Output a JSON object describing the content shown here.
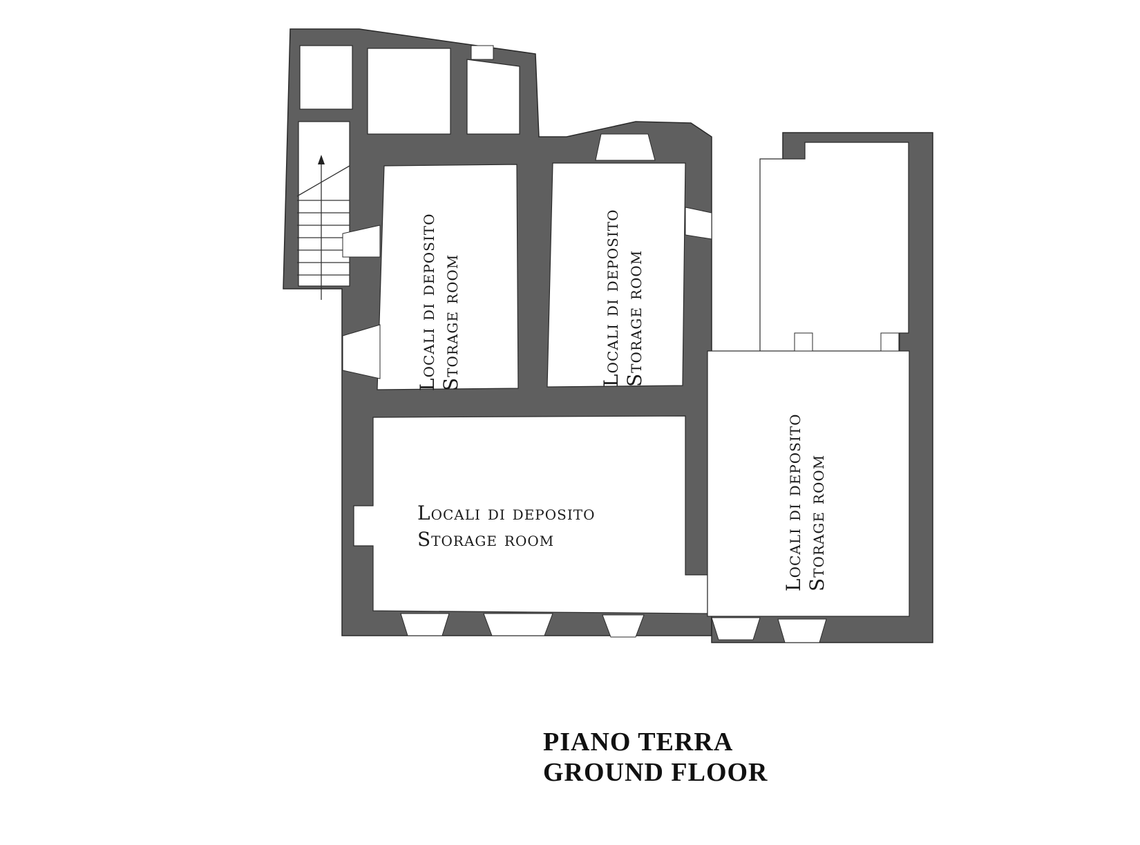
{
  "plan": {
    "rooms": [
      {
        "line1": "Locali di deposito",
        "line2": "Storage room"
      },
      {
        "line1": "Locali di deposito",
        "line2": "Storage room"
      },
      {
        "line1": "Locali di deposito",
        "line2": "Storage room"
      },
      {
        "line1": "Locali di deposito",
        "line2": "Storage room"
      }
    ]
  },
  "floor_title": {
    "line1": "PIANO TERRA",
    "line2": "GROUND FLOOR"
  },
  "colors": {
    "wall": "#5f5f5f",
    "background": "#ffffff"
  }
}
